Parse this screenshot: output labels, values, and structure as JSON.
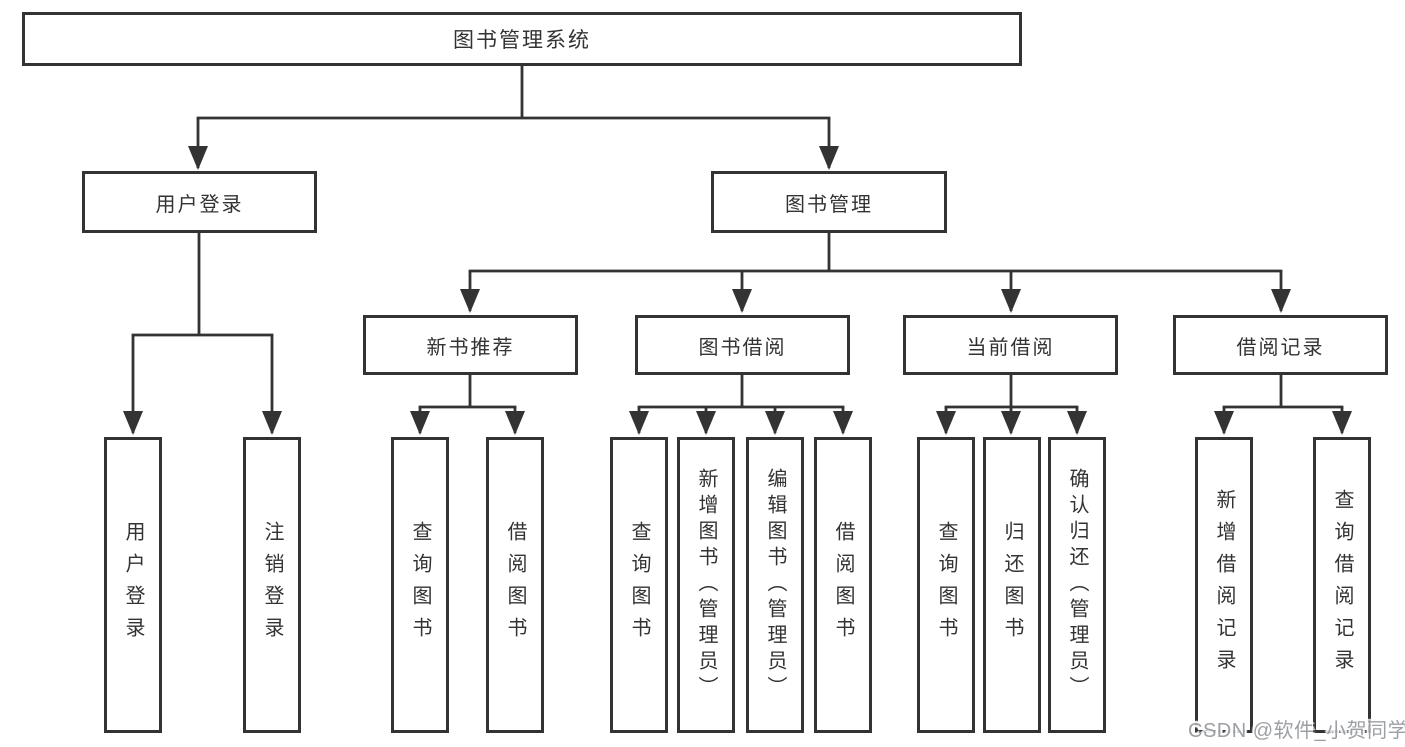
{
  "tree": {
    "label": "图书管理系统",
    "children": [
      {
        "label": "用户登录",
        "children": [
          {
            "label": "用户登录"
          },
          {
            "label": "注销登录"
          }
        ]
      },
      {
        "label": "图书管理",
        "children": [
          {
            "label": "新书推荐",
            "children": [
              {
                "label": "查询图书"
              },
              {
                "label": "借阅图书"
              }
            ]
          },
          {
            "label": "图书借阅",
            "children": [
              {
                "label": "查询图书"
              },
              {
                "label": "新增图书（管理员）"
              },
              {
                "label": "编辑图书（管理员）"
              },
              {
                "label": "借阅图书"
              }
            ]
          },
          {
            "label": "当前借阅",
            "children": [
              {
                "label": "查询图书"
              },
              {
                "label": "归还图书"
              },
              {
                "label": "确认归还（管理员）"
              }
            ]
          },
          {
            "label": "借阅记录",
            "children": [
              {
                "label": "新增借阅记录"
              },
              {
                "label": "查询借阅记录"
              }
            ]
          }
        ]
      }
    ]
  },
  "watermark": {
    "text": "CSDN @软件_小贺同学"
  },
  "colors": {
    "line": "#333333",
    "box_border": "#333333",
    "text": "#333333",
    "watermark": "#9c9fa4",
    "background": "#ffffff"
  }
}
